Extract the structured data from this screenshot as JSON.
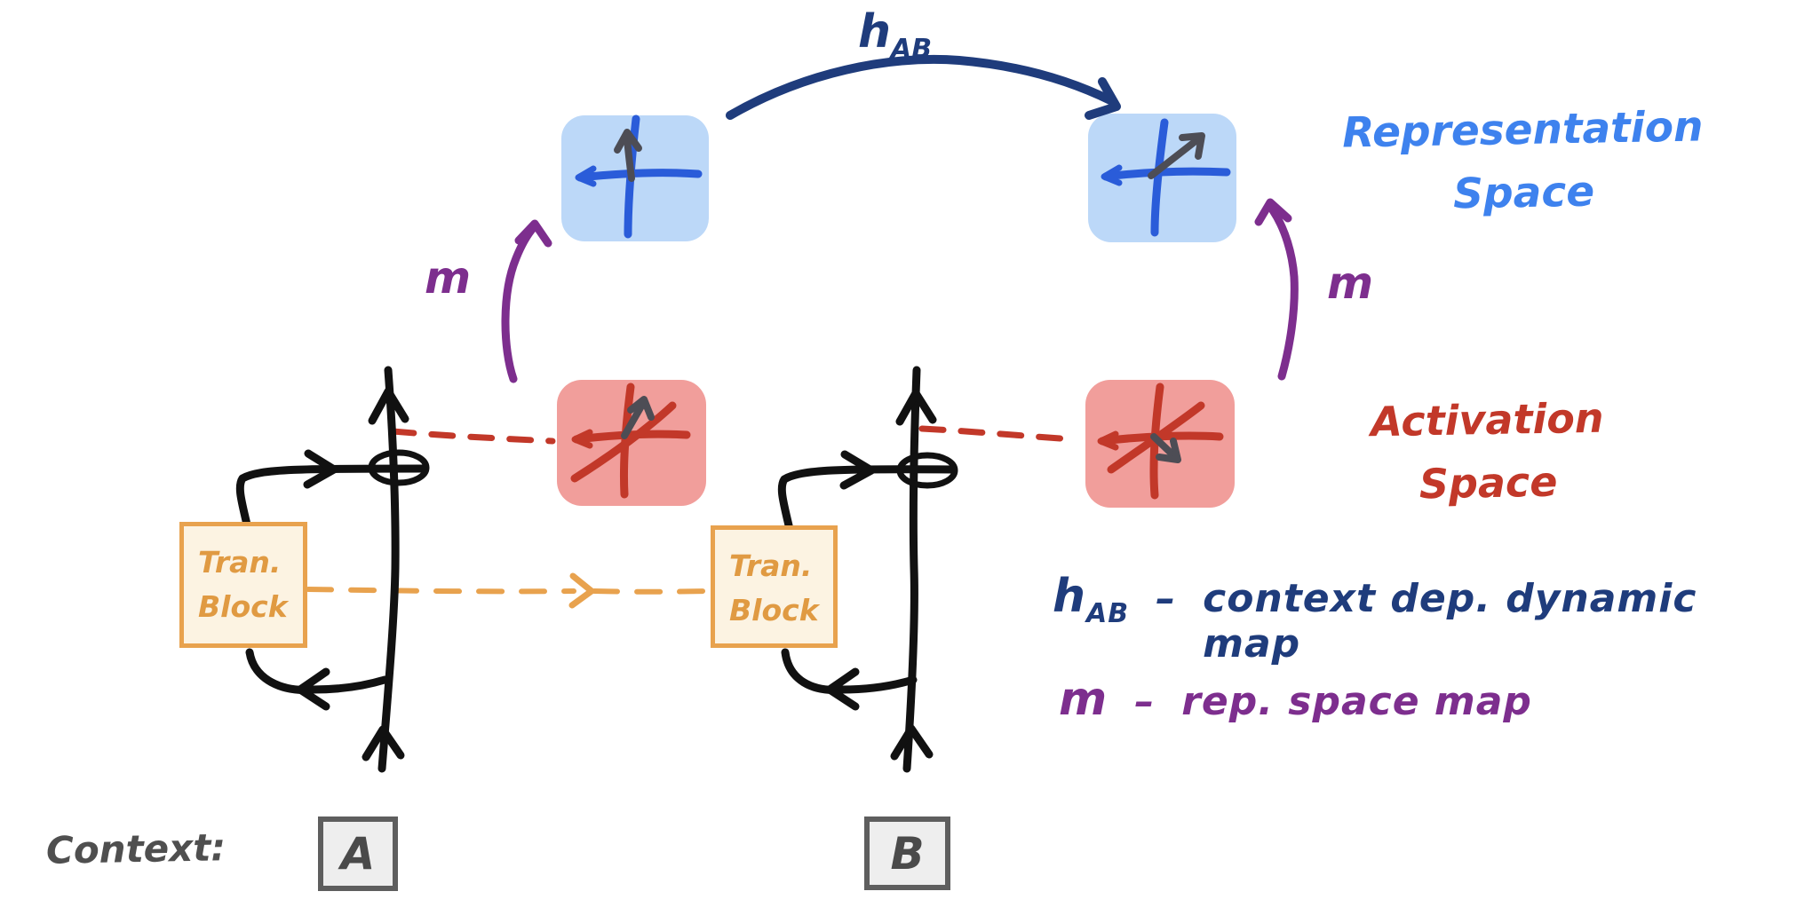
{
  "colors": {
    "navy": "#1f3c7c",
    "bright_blue": "#3e82ee",
    "axis_blue": "#2a5cd9",
    "blue_box_fill": "#bcd8f8",
    "dark_red": "#c23829",
    "red_box_fill": "#f19e9b",
    "purple": "#7d2e8e",
    "orange": "#e8a24e",
    "block_fill": "#fcf3e2",
    "arrow_gray": "#4d4d55",
    "ink_black": "#111111",
    "context_gray": "#4f4f4f"
  },
  "hab_map": {
    "symbol": "h",
    "subscript": "AB"
  },
  "rep_space": {
    "line1": "Representation",
    "line2": "Space"
  },
  "act_space": {
    "line1": "Activation",
    "line2": "Space"
  },
  "m_map": {
    "left": "m",
    "right": "m"
  },
  "legend": [
    {
      "symbol": "h",
      "subscript": "AB",
      "dash": "–",
      "desc": "context dep. dynamic map"
    },
    {
      "symbol": "m",
      "subscript": "",
      "dash": "–",
      "desc": "rep. space map"
    }
  ],
  "blocks": [
    {
      "line1": "Tran.",
      "line2": "Block"
    },
    {
      "line1": "Tran.",
      "line2": "Block"
    }
  ],
  "context": {
    "label": "Context:",
    "a": "A",
    "b": "B"
  }
}
